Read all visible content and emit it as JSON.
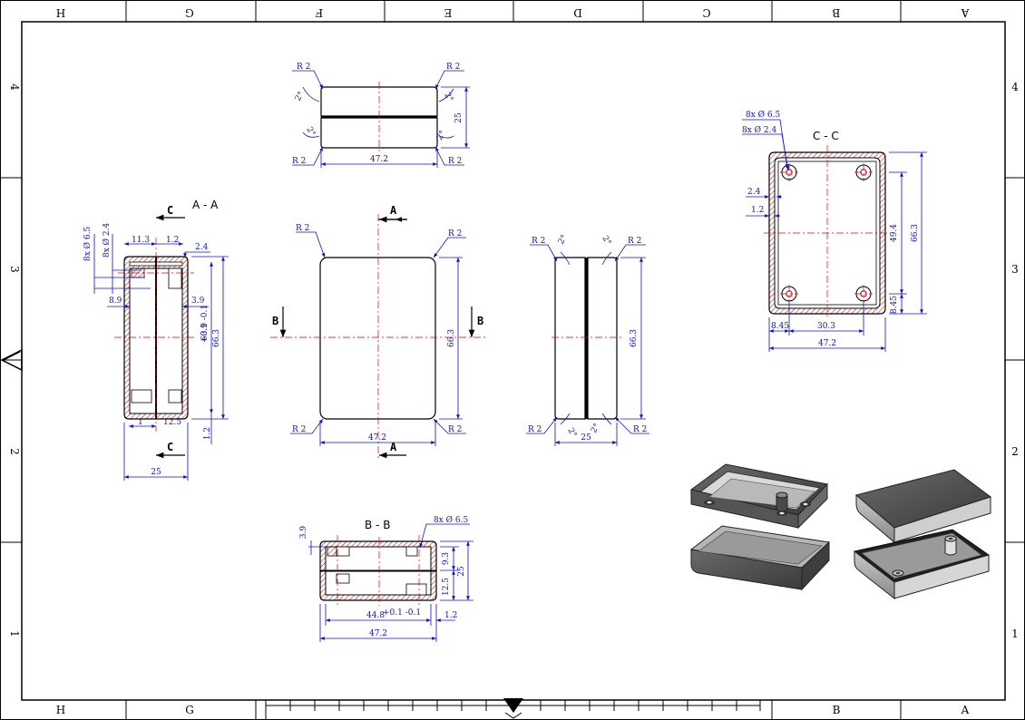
{
  "border": {
    "top_letters": [
      "H",
      "G",
      "F",
      "E",
      "D",
      "C",
      "B",
      "A"
    ],
    "bottom_letters": [
      "H",
      "G",
      "B",
      "A"
    ],
    "numbers": [
      "4",
      "3",
      "2",
      "1"
    ]
  },
  "views": {
    "top": {
      "dims": [
        "R 2",
        "R 2",
        "R 2",
        "R 2",
        "2°",
        "2°",
        "2°",
        "2°",
        "25",
        "47.2"
      ]
    },
    "front": {
      "dims": [
        "R 2",
        "R 2",
        "R 2",
        "R 2",
        "66.3",
        "47.2"
      ],
      "section_a": "A",
      "section_b": "B"
    },
    "side": {
      "dims": [
        "R 2",
        "R 2",
        "R 2",
        "R 2",
        "2°",
        "2°",
        "2°",
        "2°",
        "66.3",
        "25"
      ]
    },
    "section_aa": {
      "title": "A - A",
      "cut": "C",
      "dims": [
        "8x Ø 6.5",
        "8x Ø 2.4",
        "11.3",
        "1.2",
        "2.4",
        "8.9",
        "3.9",
        "63.9",
        "66.3",
        "1",
        "12.5",
        "1.2",
        "25"
      ],
      "tol": "+0.1 -0.1"
    },
    "section_cc": {
      "title": "C - C",
      "dims": [
        "8x Ø 6.5",
        "8x Ø 2.4",
        "2.4",
        "1.2",
        "49.4",
        "66.3",
        "8.45",
        "30.3",
        "8.45",
        "47.2"
      ]
    },
    "section_bb": {
      "title": "B - B",
      "dims": [
        "3.9",
        "8x Ø 6.5",
        "9.3",
        "12.5",
        "25",
        "44.8",
        "1.2",
        "47.2"
      ],
      "tol": "+0.1 -0.1"
    }
  },
  "colors": {
    "dimension": "#1010c8",
    "centerline": "#dd0000",
    "outline": "#000000",
    "shade": "#4a4a4a"
  }
}
